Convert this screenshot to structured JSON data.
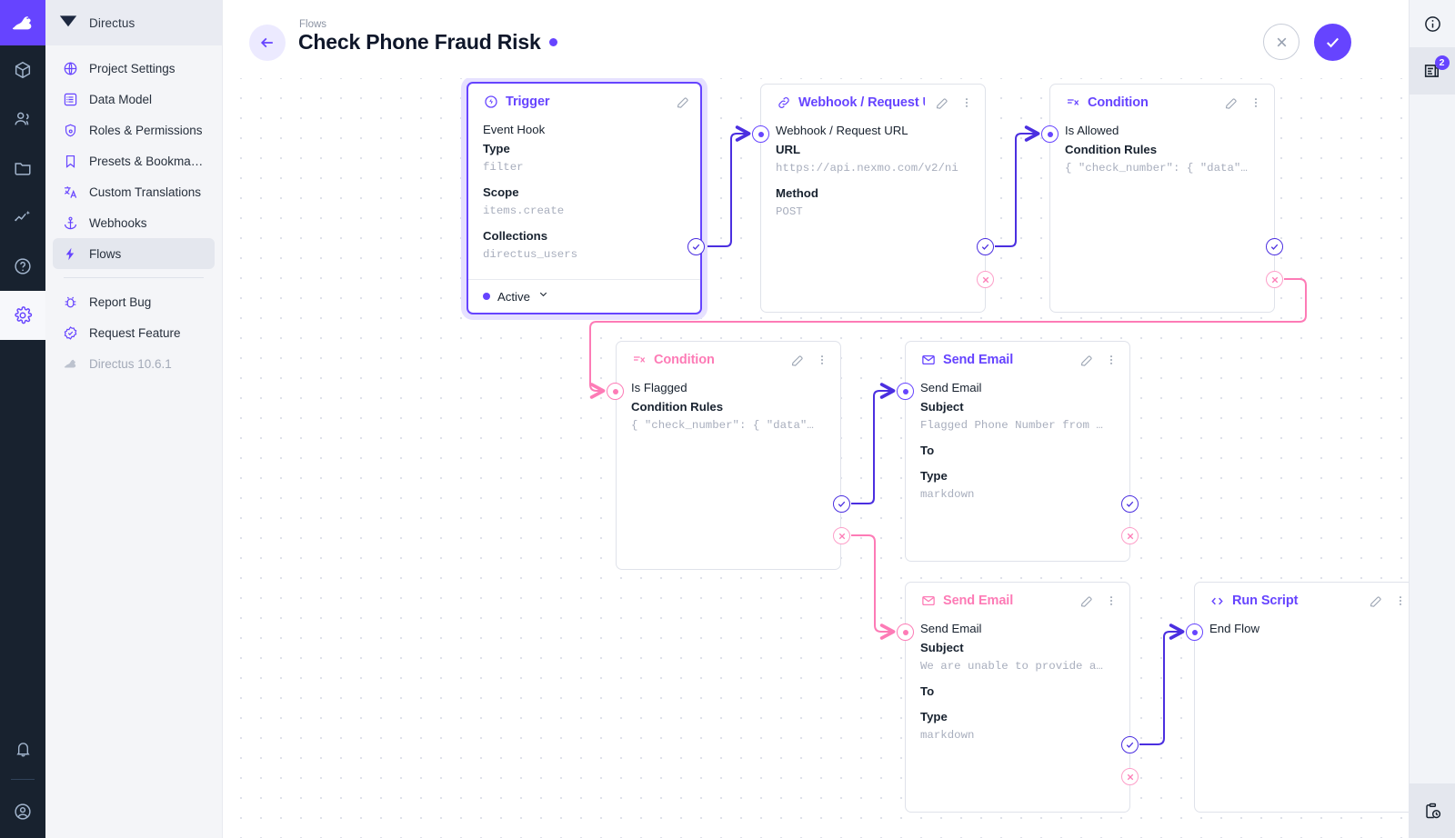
{
  "app": {
    "brand": "Directus",
    "version_label": "Directus 10.6.1"
  },
  "module_rail": [
    {
      "name": "logo",
      "icon": "rabbit-logo-icon"
    },
    {
      "name": "content",
      "icon": "box-icon"
    },
    {
      "name": "users",
      "icon": "people-icon"
    },
    {
      "name": "files",
      "icon": "folder-icon"
    },
    {
      "name": "insights",
      "icon": "insights-icon"
    },
    {
      "name": "help",
      "icon": "help-circle-icon"
    },
    {
      "name": "settings",
      "icon": "gear-icon"
    }
  ],
  "module_rail_bottom": [
    {
      "name": "notifications",
      "icon": "bell-icon"
    },
    {
      "name": "account",
      "icon": "account-circle-icon"
    }
  ],
  "sidebar": {
    "header": "Directus",
    "items": [
      {
        "label": "Project Settings",
        "icon": "globe-icon",
        "active": false
      },
      {
        "label": "Data Model",
        "icon": "list-box-icon",
        "active": false
      },
      {
        "label": "Roles & Permissions",
        "icon": "shield-key-icon",
        "active": false
      },
      {
        "label": "Presets & Bookmar…",
        "icon": "bookmark-icon",
        "active": false
      },
      {
        "label": "Custom Translations",
        "icon": "translate-icon",
        "active": false
      },
      {
        "label": "Webhooks",
        "icon": "anchor-icon",
        "active": false
      },
      {
        "label": "Flows",
        "icon": "bolt-icon",
        "active": true
      }
    ],
    "footer_items": [
      {
        "label": "Report Bug",
        "icon": "bug-icon"
      },
      {
        "label": "Request Feature",
        "icon": "check-decagram-icon"
      }
    ],
    "version": "Directus 10.6.1"
  },
  "header": {
    "breadcrumb": "Flows",
    "title": "Check Phone Fraud Risk",
    "status_dot_color": "#6644ff",
    "back_icon": "arrow-left-icon",
    "cancel_label": "Cancel",
    "save_label": "Save"
  },
  "right_rail": {
    "info_icon": "info-circle-icon",
    "logs_icon": "logs-icon",
    "logs_badge": "2",
    "history_icon": "clipboard-clock-icon"
  },
  "colors": {
    "accent": "#6644ff",
    "reject": "#fd7bb6",
    "resolve": "#4b2fe0",
    "muted_text": "#a8aebd"
  },
  "flow": {
    "nodes": [
      {
        "id": "trigger",
        "type": "Trigger",
        "title": "Trigger",
        "icon": "trigger-bolt-circle-icon",
        "color": "purple",
        "selected": true,
        "subtitle": "Event Hook",
        "fields": [
          {
            "label": "Type",
            "value": "filter"
          },
          {
            "label": "Scope",
            "value": "items.create"
          },
          {
            "label": "Collections",
            "value": "directus_users"
          }
        ],
        "status_label": "Active"
      },
      {
        "id": "webhook",
        "type": "Webhook / Request URL",
        "title": "Webhook / Request U",
        "icon": "link-icon",
        "color": "purple",
        "selected": false,
        "subtitle": "Webhook / Request URL",
        "fields": [
          {
            "label": "URL",
            "value": "https://api.nexmo.com/v2/ni"
          },
          {
            "label": "Method",
            "value": "POST"
          }
        ]
      },
      {
        "id": "condition-allowed",
        "type": "Condition",
        "title": "Condition",
        "icon": "condition-rules-icon",
        "color": "purple",
        "selected": false,
        "subtitle": "Is Allowed",
        "fields": [
          {
            "label": "Condition Rules",
            "value": "{ \"check_number\": { \"data\"…"
          }
        ]
      },
      {
        "id": "condition-flagged",
        "type": "Condition",
        "title": "Condition",
        "icon": "condition-rules-icon",
        "color": "pink",
        "selected": false,
        "subtitle": "Is Flagged",
        "fields": [
          {
            "label": "Condition Rules",
            "value": "{ \"check_number\": { \"data\"…"
          }
        ]
      },
      {
        "id": "send-email-flagged",
        "type": "Send Email",
        "title": "Send Email",
        "icon": "envelope-icon",
        "color": "purple",
        "selected": false,
        "subtitle": "Send Email",
        "fields": [
          {
            "label": "Subject",
            "value": "Flagged Phone Number from …"
          },
          {
            "label": "To",
            "value": ""
          },
          {
            "label": "Type",
            "value": "markdown"
          }
        ]
      },
      {
        "id": "send-email-unable",
        "type": "Send Email",
        "title": "Send Email",
        "icon": "envelope-icon",
        "color": "pink",
        "selected": false,
        "subtitle": "Send Email",
        "fields": [
          {
            "label": "Subject",
            "value": "We are unable to provide a…"
          },
          {
            "label": "To",
            "value": ""
          },
          {
            "label": "Type",
            "value": "markdown"
          }
        ]
      },
      {
        "id": "run-script",
        "type": "Run Script",
        "title": "Run Script",
        "icon": "code-brackets-icon",
        "color": "purple",
        "selected": false,
        "subtitle": "End Flow",
        "fields": []
      }
    ]
  }
}
